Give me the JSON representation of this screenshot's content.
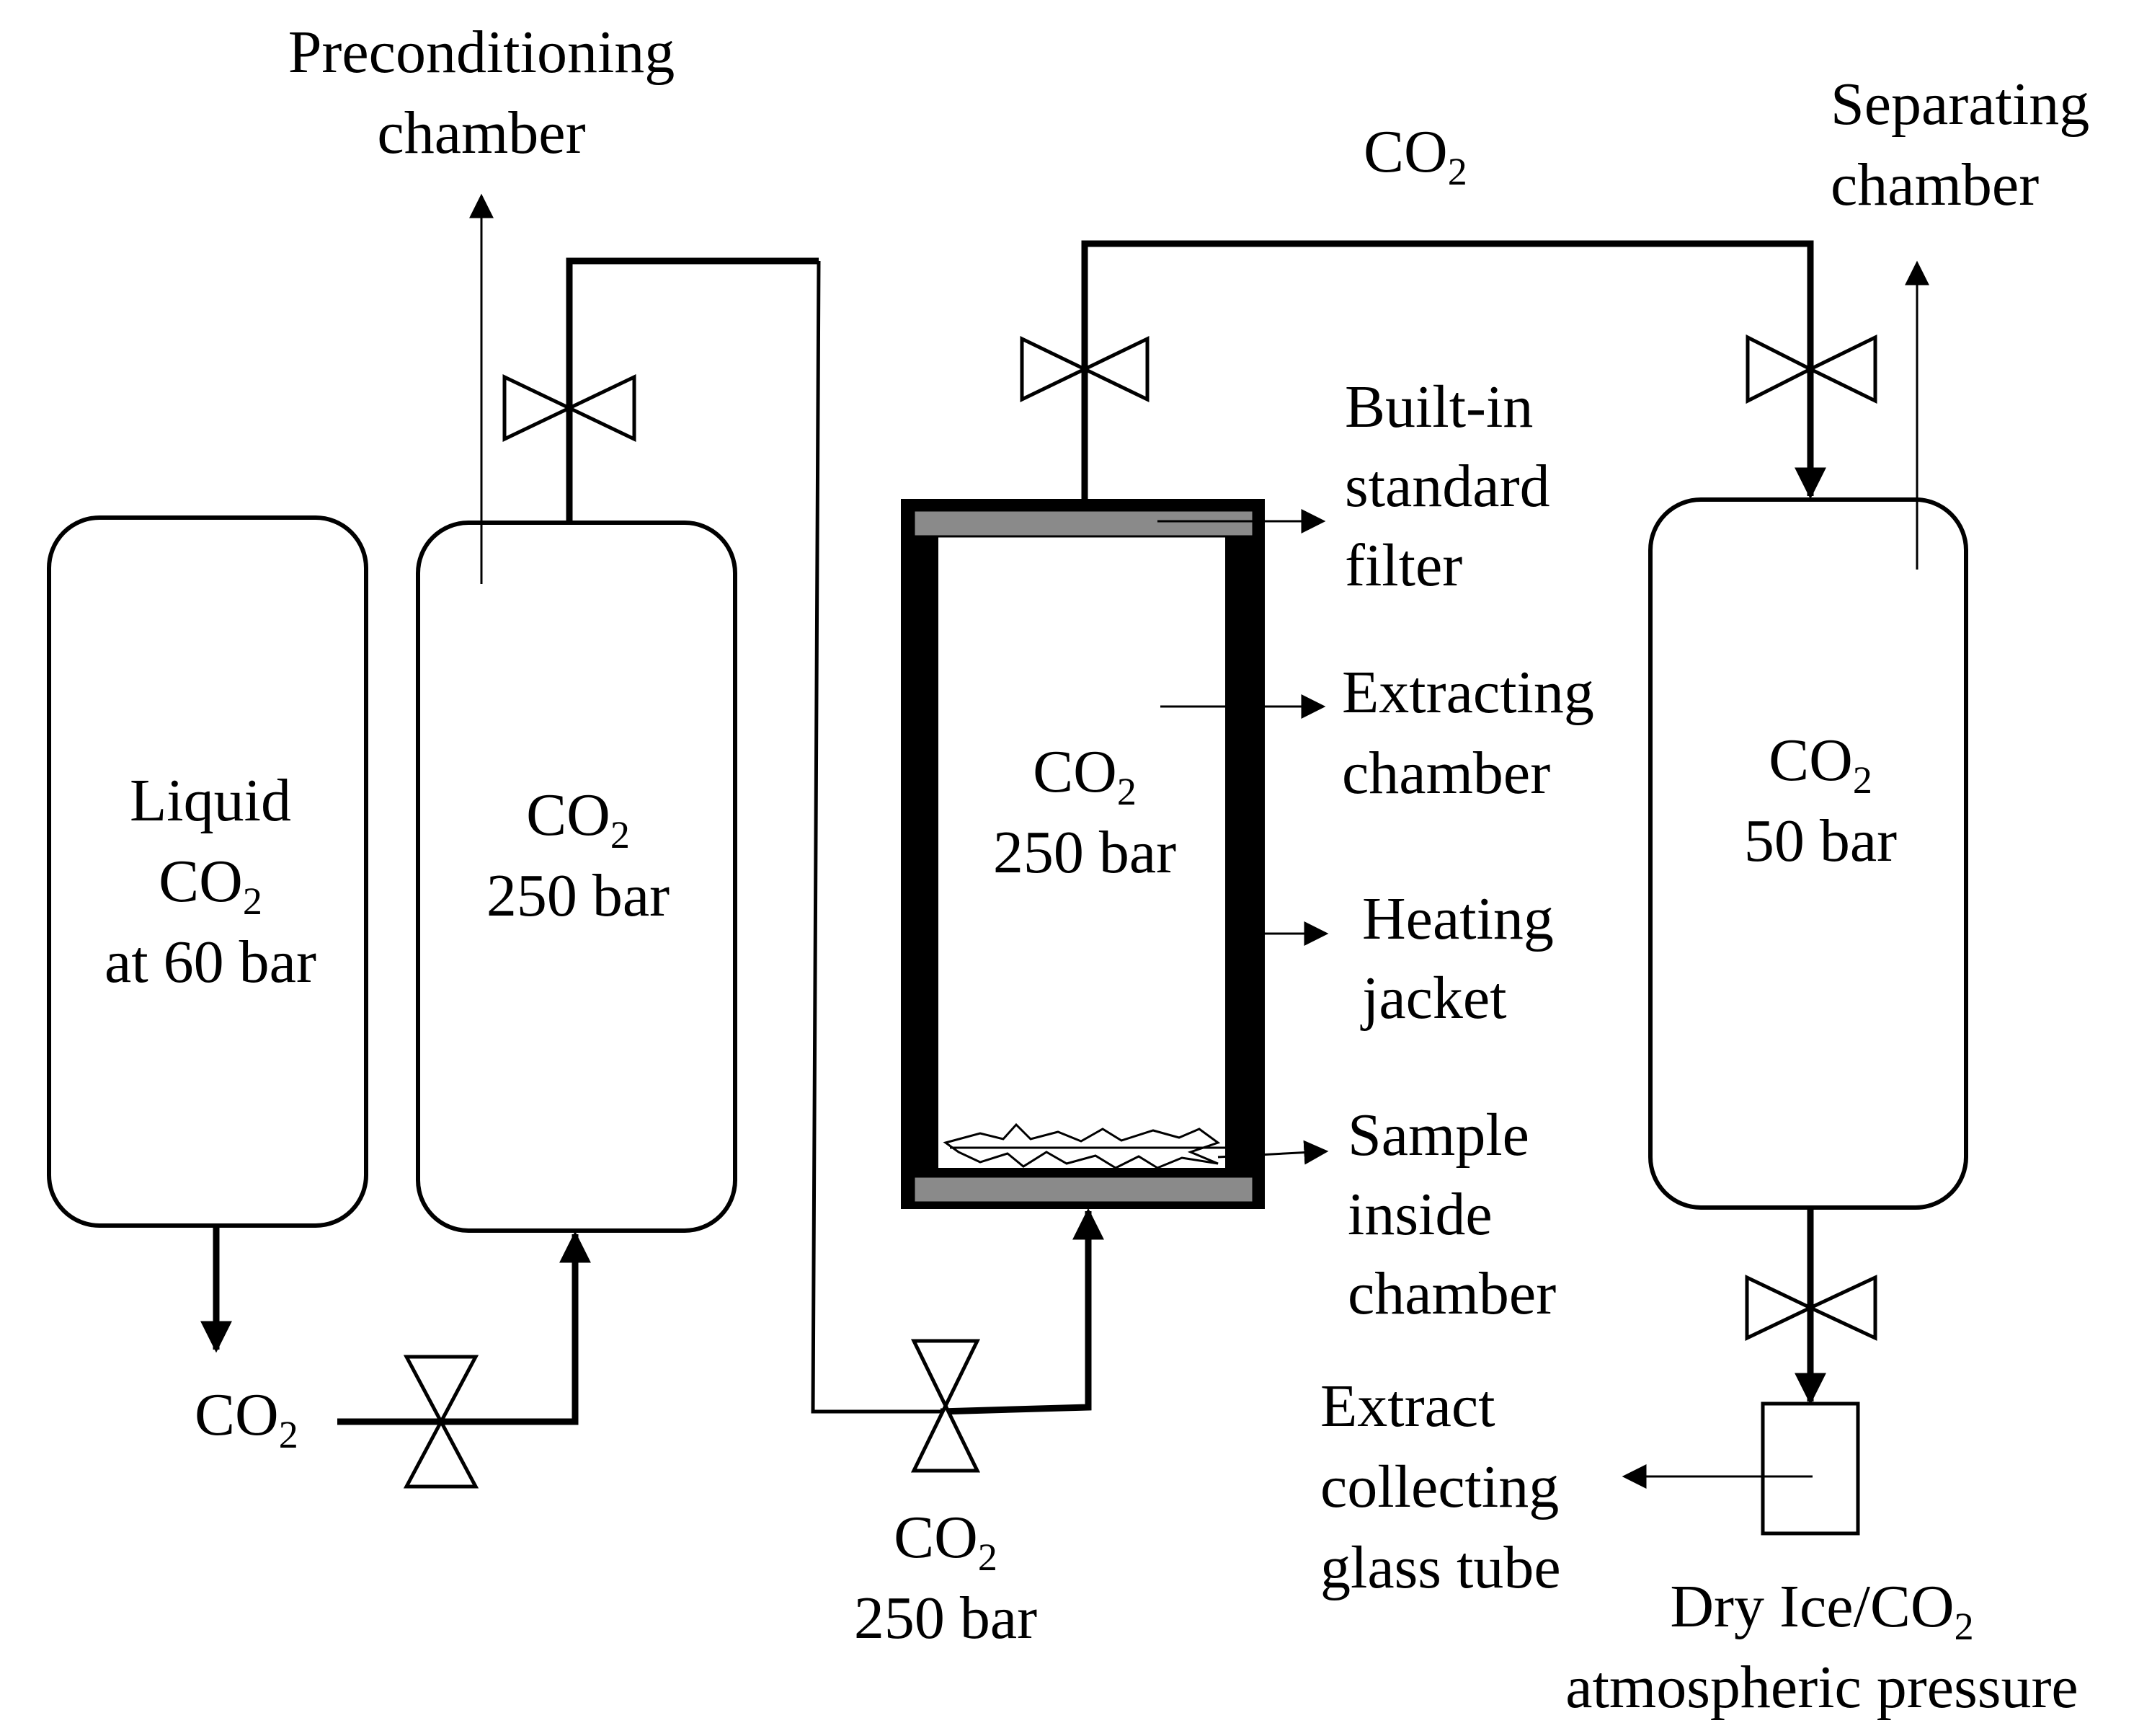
{
  "labels": {
    "preconditioning_l1": "Preconditioning",
    "preconditioning_l2": "chamber",
    "separating_l1": "Separating",
    "separating_l2": "chamber",
    "top_co2": "CO",
    "liquid_l1": "Liquid",
    "liquid_l2": "CO",
    "liquid_l3": "at 60 bar",
    "pre_l1": "CO",
    "pre_l2": "250 bar",
    "ext_l1": "CO",
    "ext_l2": "250 bar",
    "sep_l1": "CO",
    "sep_l2": "50 bar",
    "builtin_l1": "Built-in",
    "builtin_l2": "standard",
    "builtin_l3": "filter",
    "extracting_l1": "Extracting",
    "extracting_l2": "chamber",
    "heating_l1": "Heating",
    "heating_l2": "jacket",
    "sample_l1": "Sample",
    "sample_l2": "inside",
    "sample_l3": "chamber",
    "co2_bottom_left": "CO",
    "co2_bottom_mid_l1": "CO",
    "co2_bottom_mid_l2": "250 bar",
    "collect_l1": "Extract",
    "collect_l2": "collecting",
    "collect_l3": "glass tube",
    "dryice_l1": "Dry Ice/CO",
    "dryice_l2": "atmospheric pressure",
    "subscript": "2"
  }
}
